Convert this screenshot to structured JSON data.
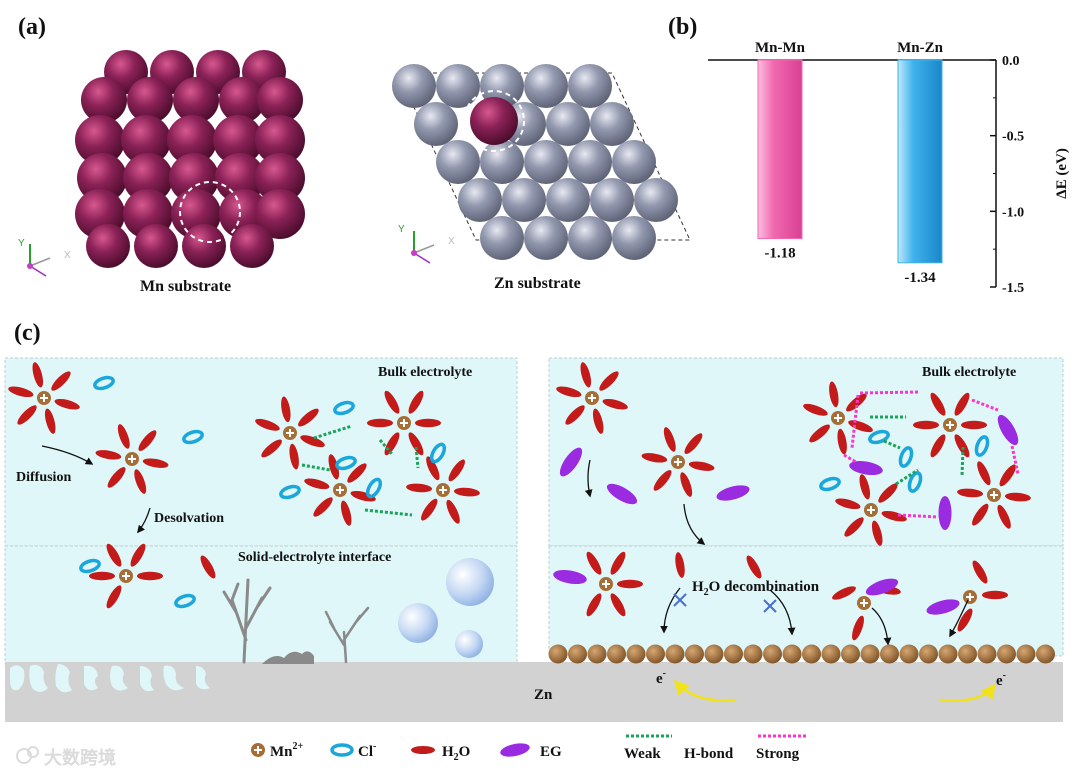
{
  "panel_a": {
    "label": "(a)",
    "mn_substrate_caption": "Mn substrate",
    "zn_substrate_caption": "Zn substrate",
    "axis_y": "Y",
    "axis_x": "X",
    "colors": {
      "mn_atom": "#7a1f4e",
      "zn_atom": "#8f95ab"
    }
  },
  "panel_b": {
    "label": "(b)",
    "colors": {
      "mn_mn_bar": "#f06ab0",
      "mn_zn_bar": "#3fb2ec"
    }
  },
  "chart_data": {
    "type": "bar",
    "categories": [
      "Mn-Mn",
      "Mn-Zn"
    ],
    "values": [
      -1.18,
      -1.34
    ],
    "value_labels": [
      "-1.18",
      "-1.34"
    ],
    "ylabel": "ΔE (eV)",
    "ylim": [
      -1.5,
      0.0
    ],
    "yticks": [
      "0.0",
      "-0.5",
      "-1.0",
      "-1.5"
    ],
    "ytick_values": [
      0.0,
      -0.5,
      -1.0,
      -1.5
    ],
    "yaxis_side": "right",
    "category_labels_position": "top"
  },
  "panel_c": {
    "label": "(c)",
    "left": {
      "bulk_label": "Bulk electrolyte",
      "interface_label": "Solid-electrolyte interface",
      "diffusion_label": "Diffusion",
      "desolvation_label": "Desolvation"
    },
    "right": {
      "bulk_label": "Bulk electrolyte",
      "h2o_decombination_prefix": "H",
      "h2o_decombination_sub": "2",
      "h2o_decombination_suffix": "O decombination"
    },
    "zn_label": "Zn",
    "electron_symbol": "e",
    "electron_charge": "-",
    "colors": {
      "electrolyte": "#dff7f8",
      "water": "#c31a1a",
      "chloride": "#1ba7dc",
      "eg": "#9a2be0",
      "mn_ion": "#a66d36",
      "weak_bond": "#1aa35a",
      "strong_bond": "#ff33cc",
      "zn_metal": "#d2d2d2",
      "deposit": "#9b6a35",
      "electron": "#f2e21a"
    }
  },
  "legend": {
    "mn_label": "Mn",
    "mn_sup": "2+",
    "cl_label": "Cl",
    "cl_sup": "-",
    "h2o_prefix": "H",
    "h2o_sub": "2",
    "h2o_suffix": "O",
    "eg_label": "EG",
    "weak_label": "Weak",
    "hbond_label": "H-bond",
    "strong_label": "Strong"
  },
  "watermark": "大数跨境"
}
